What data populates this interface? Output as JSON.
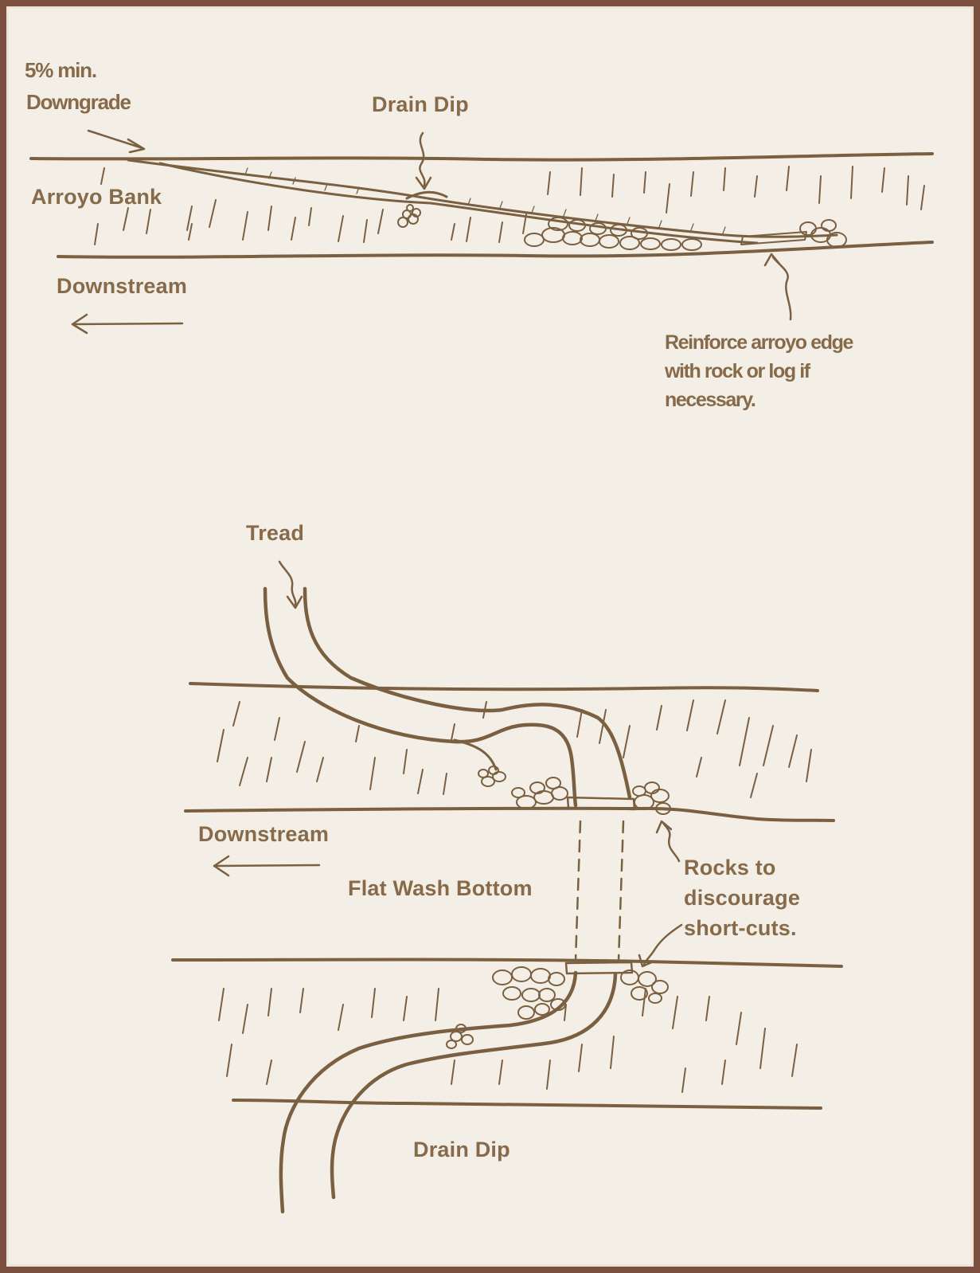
{
  "colors": {
    "frame": "#7a4f3d",
    "paper": "#f4efe6",
    "ink": "#7a6040",
    "text": "#866a4a"
  },
  "labels": {
    "slope_line1": "5% min.",
    "slope_line2": "Downgrade",
    "top_drain_dip": "Drain Dip",
    "arroyo_bank": "Arroyo Bank",
    "top_downstream": "Downstream",
    "reinforce_line1": "Reinforce arroyo edge",
    "reinforce_line2": "with rock or log if",
    "reinforce_line3": "necessary.",
    "tread": "Tread",
    "bottom_downstream": "Downstream",
    "flat_wash_bottom": "Flat Wash Bottom",
    "rocks_line1": "Rocks to",
    "rocks_line2": "discourage",
    "rocks_line3": "short-cuts.",
    "bottom_drain_dip": "Drain Dip"
  }
}
